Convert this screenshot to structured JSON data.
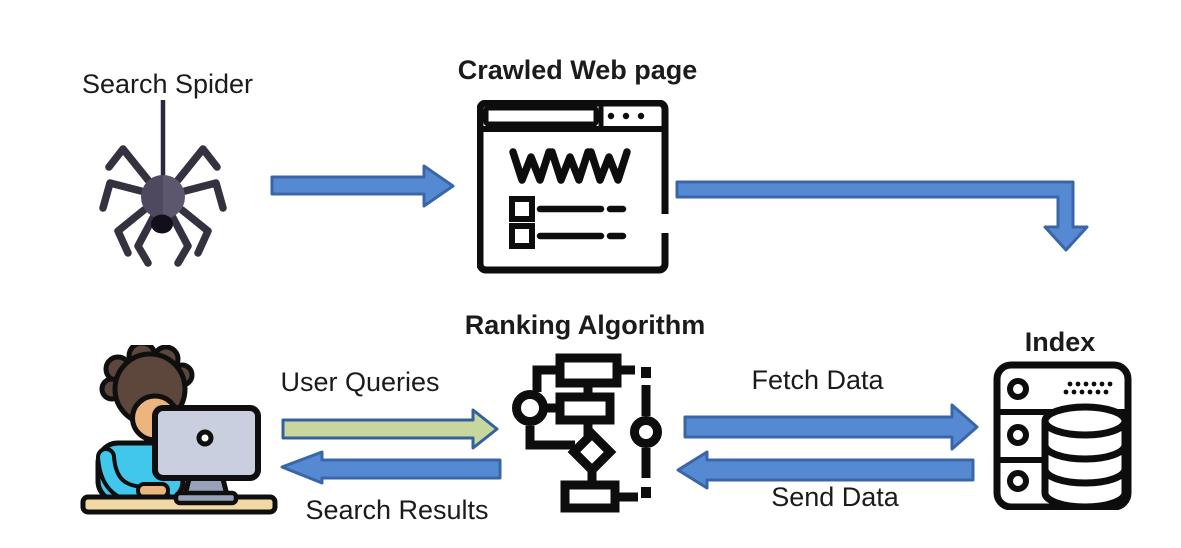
{
  "labels": {
    "search_spider": "Search Spider",
    "crawled_web_page": "Crawled Web page",
    "ranking_algorithm": "Ranking Algorithm",
    "index": "Index",
    "user_queries": "User Queries",
    "search_results": "Search Results",
    "fetch_data": "Fetch Data",
    "send_data": "Send Data",
    "webpage_www": "WWW"
  },
  "icons": {
    "spider": "spider-icon",
    "crawled_web_page": "browser-window-icon",
    "user": "person-at-computer-icon",
    "ranking_algorithm": "flowchart-icon",
    "index": "server-database-icon"
  },
  "edges": [
    {
      "id": "spider-to-webpage",
      "from": "search_spider",
      "to": "crawled_web_page",
      "label": "",
      "color": "blue",
      "direction": "right"
    },
    {
      "id": "webpage-to-index",
      "from": "crawled_web_page",
      "to": "index",
      "label": "",
      "color": "blue",
      "direction": "right-then-down"
    },
    {
      "id": "user-to-algorithm",
      "from": "user",
      "to": "ranking_algorithm",
      "label": "User Queries",
      "color": "green",
      "direction": "right"
    },
    {
      "id": "algorithm-to-user",
      "from": "ranking_algorithm",
      "to": "user",
      "label": "Search Results",
      "color": "blue",
      "direction": "left"
    },
    {
      "id": "algorithm-to-index",
      "from": "ranking_algorithm",
      "to": "index",
      "label": "Fetch Data",
      "color": "blue",
      "direction": "right"
    },
    {
      "id": "index-to-algorithm",
      "from": "index",
      "to": "ranking_algorithm",
      "label": "Send Data",
      "color": "blue",
      "direction": "left"
    }
  ],
  "colors": {
    "text": "#1b1b1b",
    "icon_outline": "#0d0d0d",
    "arrow_blue_fill": "#5589d2",
    "arrow_blue_border": "#3a66a8",
    "arrow_green_fill": "#c8d79e",
    "arrow_green_border": "#33619e",
    "spider_body": "#4f4960",
    "spider_legs": "#35313f",
    "spider_thread": "#2b2840",
    "hair_brown": "#5d463c",
    "skin_tan": "#edb57e",
    "shirt_cyan": "#41c6ec",
    "monitor_gray": "#c9cfdf",
    "stand_gray": "#97a2b8",
    "desk_tan": "#f2d8a4"
  }
}
